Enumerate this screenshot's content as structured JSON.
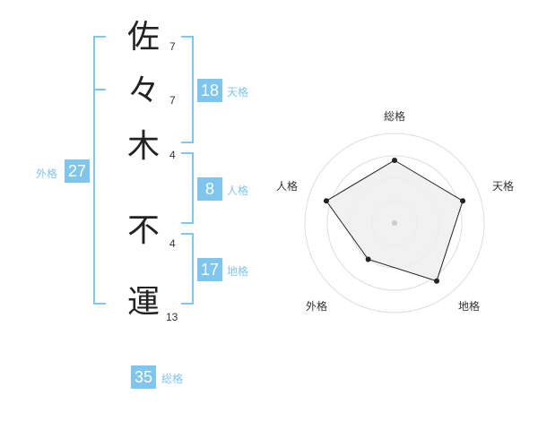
{
  "name": {
    "chars": [
      {
        "char": "佐",
        "strokes": "7"
      },
      {
        "char": "々",
        "strokes": "7"
      },
      {
        "char": "木",
        "strokes": "4"
      },
      {
        "char": "不",
        "strokes": "4"
      },
      {
        "char": "運",
        "strokes": "13"
      }
    ]
  },
  "fortunes": {
    "tenkaku": {
      "value": "18",
      "label": "天格"
    },
    "jinkaku": {
      "value": "8",
      "label": "人格"
    },
    "chikaku": {
      "value": "17",
      "label": "地格"
    },
    "gaikaku": {
      "value": "27",
      "label": "外格"
    },
    "soukaku": {
      "value": "35",
      "label": "総格"
    }
  },
  "chart_data": {
    "type": "radar",
    "axes": [
      "総格",
      "天格",
      "地格",
      "外格",
      "人格"
    ],
    "values": [
      3.5,
      4,
      4,
      2.5,
      4
    ],
    "max": 5,
    "rings": 4,
    "colors": {
      "fill": "#eeeeee",
      "ring": "#dddddd",
      "line": "#222222",
      "center": "#cccccc"
    }
  },
  "colors": {
    "accent": "#7ec6f0"
  }
}
